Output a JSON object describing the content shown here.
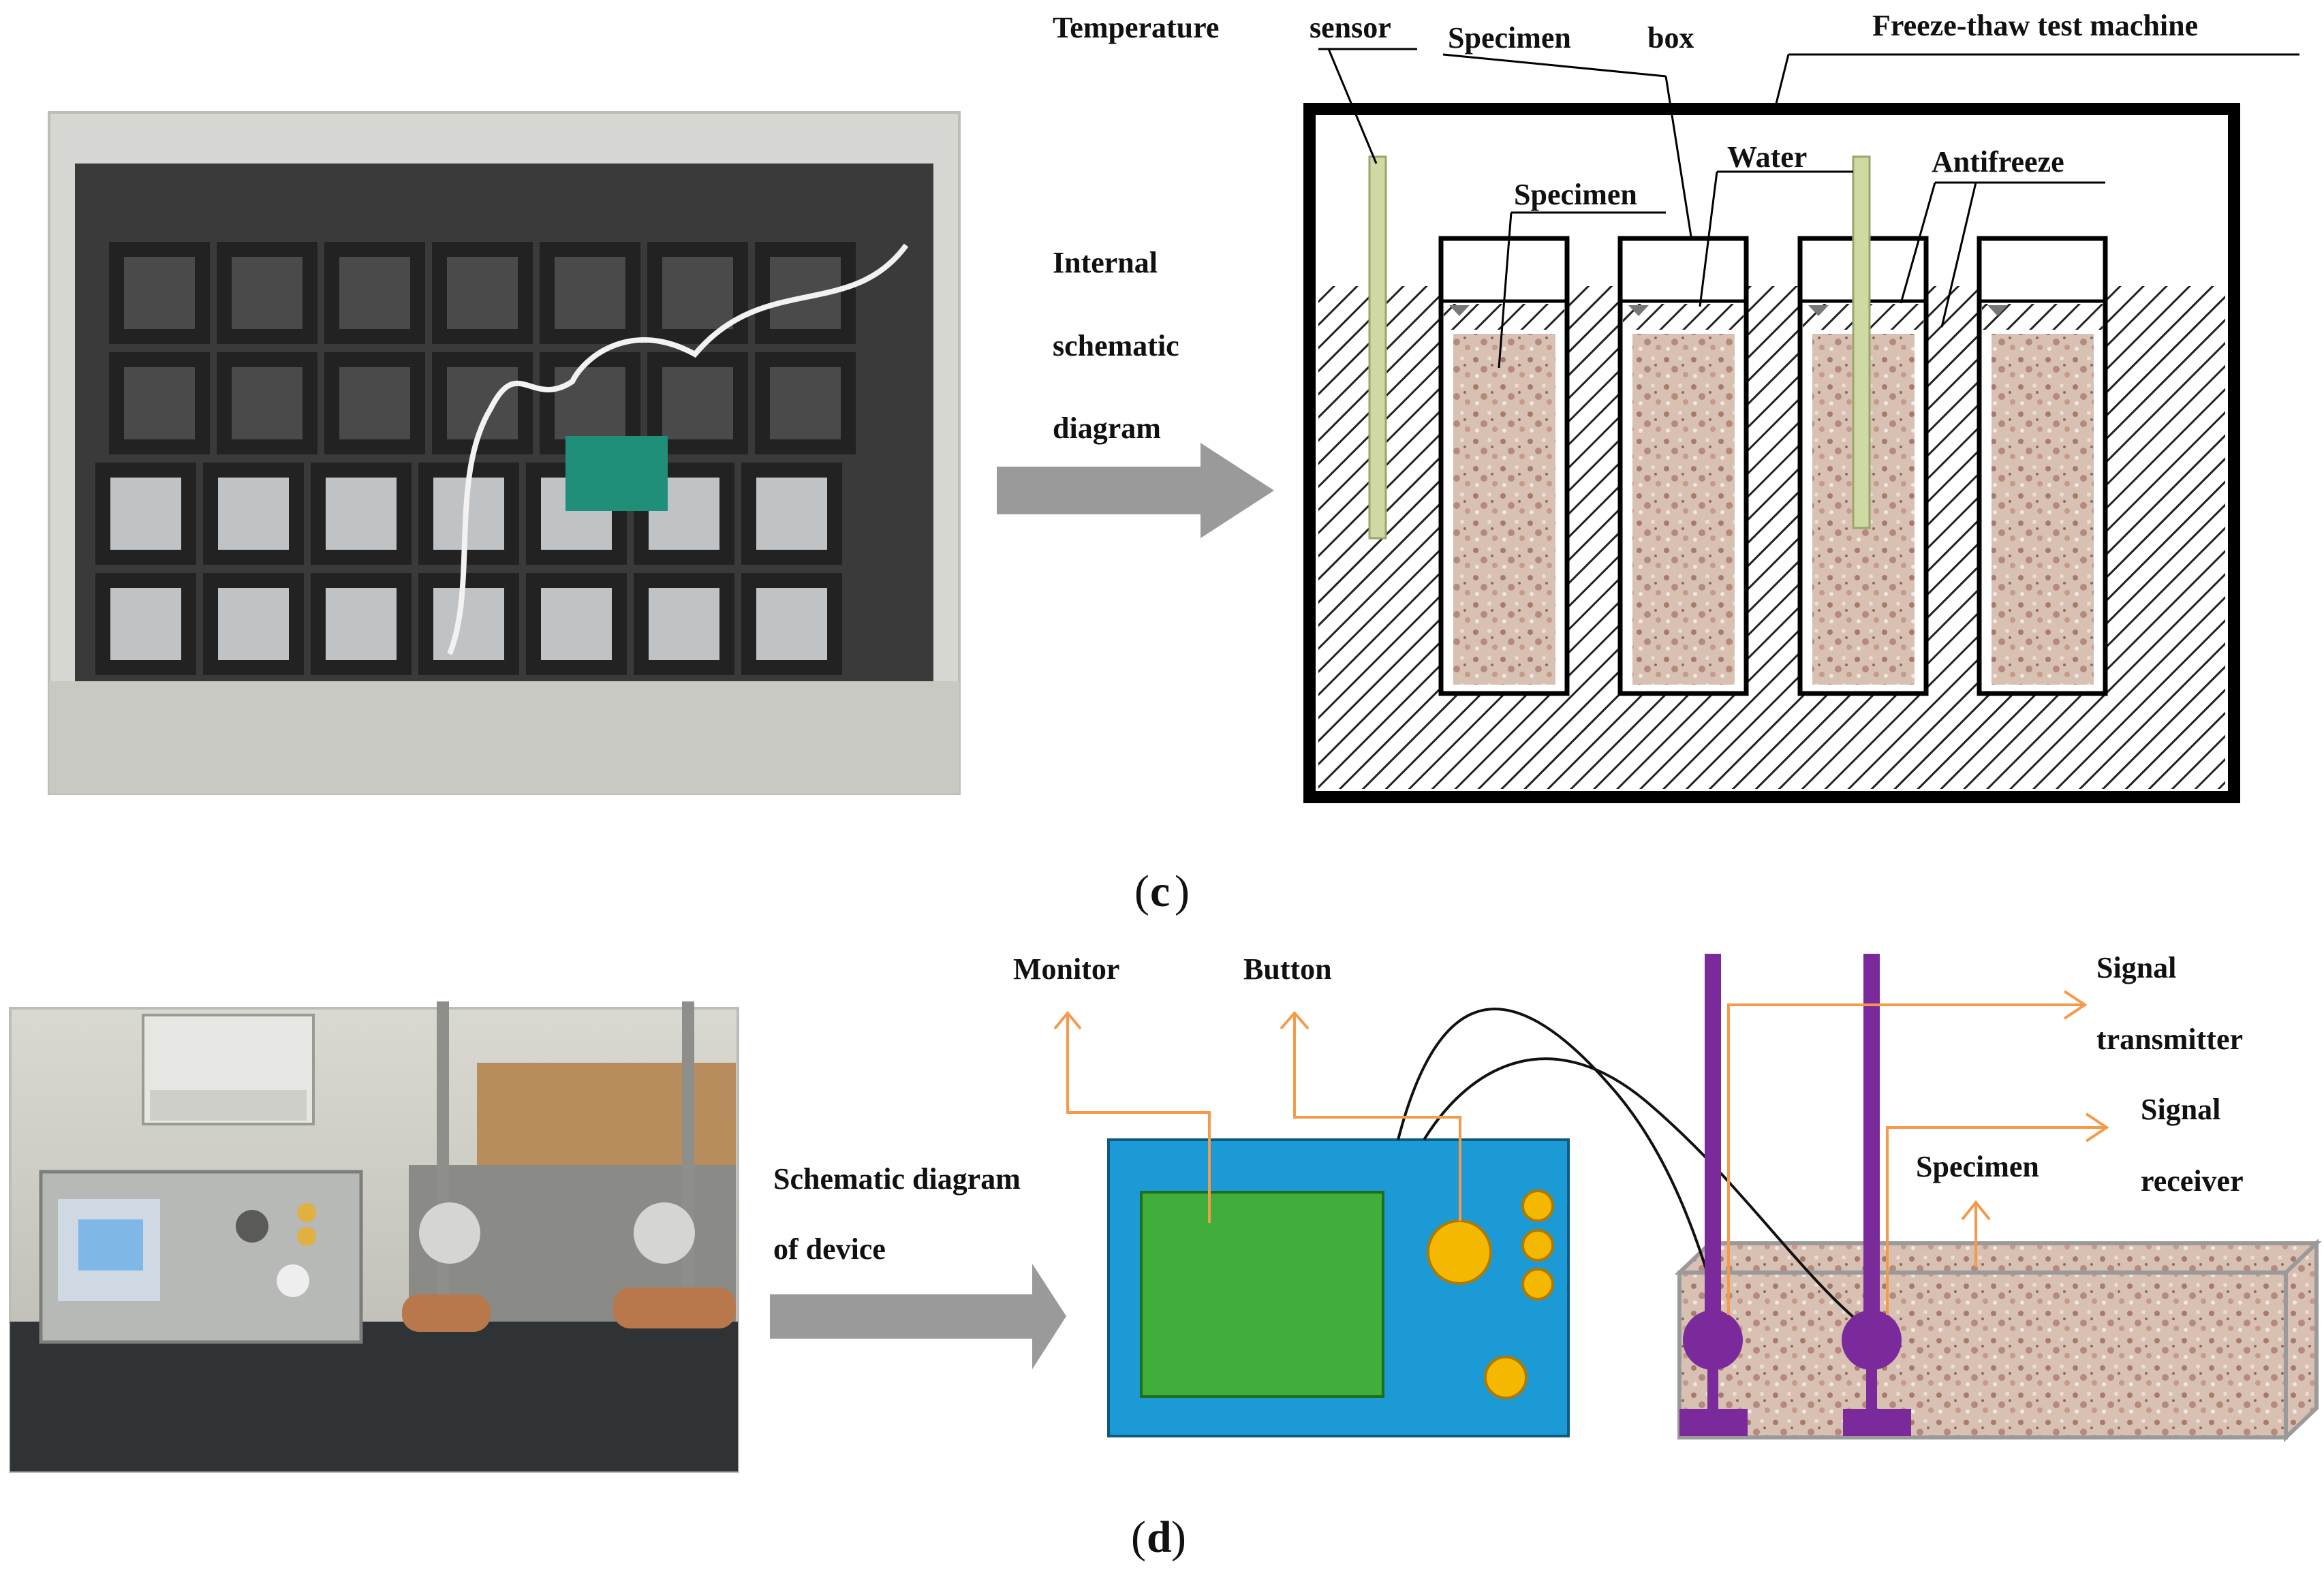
{
  "panel_c": {
    "caption_letter": "c",
    "arrow_label": [
      "Internal",
      "schematic",
      "diagram"
    ],
    "labels": {
      "temperature": "Temperature",
      "sensor": "sensor",
      "specimen_word": "Specimen",
      "box_word": "box",
      "machine": "Freeze-thaw test machine",
      "water": "Water",
      "antifreeze": "Antifreeze",
      "specimen": "Specimen"
    }
  },
  "panel_d": {
    "caption_letter": "d",
    "arrow_label": [
      "Schematic diagram",
      "of device"
    ],
    "labels": {
      "monitor": "Monitor",
      "button": "Button",
      "signal_transmitter": [
        "Signal",
        "transmitter"
      ],
      "signal_receiver": [
        "Signal",
        "receiver"
      ],
      "specimen": "Specimen"
    }
  },
  "colors": {
    "arrow_gray": "#9a9a9a",
    "device_blue": "#1b9ad6",
    "screen_green": "#3fae3a",
    "button_yellow": "#f5b800",
    "probe_purple": "#7b2a9c",
    "leader_orange": "#f59a4a",
    "sensor_green": "#cfd9a4",
    "specimen_pink": "#d6b9ab"
  }
}
